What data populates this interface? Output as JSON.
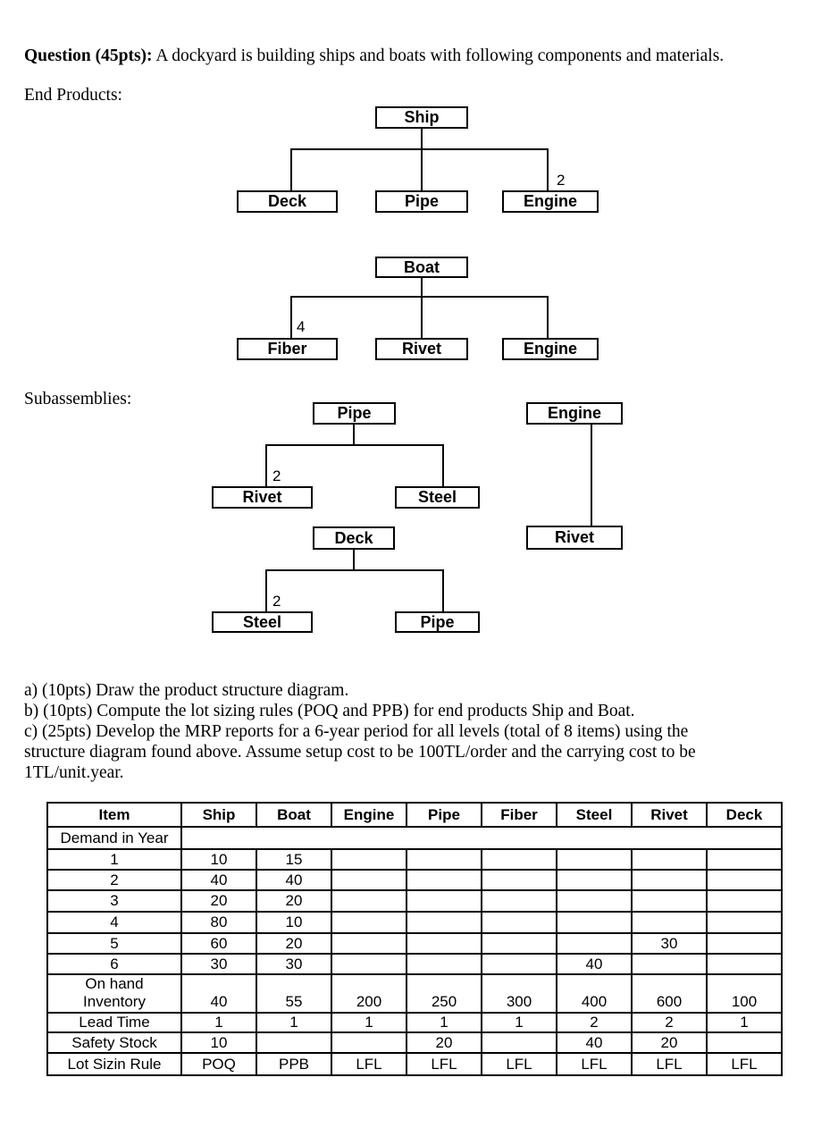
{
  "page": {
    "question_label": "Question (45pts):",
    "question_text": " A dockyard is building ships and boats with following components and materials.",
    "end_products_label": "End Products:",
    "subassemblies_label": "Subassemblies:",
    "question_lines": [
      "a) (10pts) Draw the product structure diagram.",
      "b) (10pts) Compute the lot sizing rules (POQ and PPB) for end products Ship and Boat.",
      "c) (25pts) Develop the MRP reports for a 6-year period for all levels (total of 8 items) using the",
      "structure diagram found above. Assume setup cost to be 100TL/order and the carrying cost to be",
      "1TL/unit.year."
    ]
  },
  "diagrams": {
    "ship": {
      "root": "Ship",
      "child1": "Deck",
      "child2": "Pipe",
      "child3": "Engine",
      "qty3": "2"
    },
    "boat": {
      "root": "Boat",
      "child1": "Fiber",
      "child2": "Rivet",
      "child3": "Engine",
      "qty1": "4"
    },
    "pipe": {
      "root": "Pipe",
      "child1": "Rivet",
      "child2": "Steel",
      "qty1": "2"
    },
    "engine": {
      "root": "Engine",
      "child1": "Rivet"
    },
    "deck": {
      "root": "Deck",
      "child1": "Steel",
      "child2": "Pipe",
      "qty1": "2"
    }
  },
  "table": {
    "headers": [
      "Item",
      "Ship",
      "Boat",
      "Engine",
      "Pipe",
      "Fiber",
      "Steel",
      "Rivet",
      "Deck"
    ],
    "rows": [
      {
        "label": "Demand in Year",
        "merged": true,
        "values": []
      },
      {
        "label": "1",
        "values": [
          "10",
          "15",
          "",
          "",
          "",
          "",
          "",
          ""
        ]
      },
      {
        "label": "2",
        "values": [
          "40",
          "40",
          "",
          "",
          "",
          "",
          "",
          ""
        ]
      },
      {
        "label": "3",
        "values": [
          "20",
          "20",
          "",
          "",
          "",
          "",
          "",
          ""
        ]
      },
      {
        "label": "4",
        "values": [
          "80",
          "10",
          "",
          "",
          "",
          "",
          "",
          ""
        ]
      },
      {
        "label": "5",
        "values": [
          "60",
          "20",
          "",
          "",
          "",
          "",
          "30",
          ""
        ]
      },
      {
        "label": "6",
        "values": [
          "30",
          "30",
          "",
          "",
          "",
          "40",
          "",
          ""
        ]
      },
      {
        "label_lines": [
          "On hand",
          "Inventory"
        ],
        "tall": true,
        "values": [
          "40",
          "55",
          "200",
          "250",
          "300",
          "400",
          "600",
          "100"
        ]
      },
      {
        "label": "Lead Time",
        "values": [
          "1",
          "1",
          "1",
          "1",
          "1",
          "2",
          "2",
          "1"
        ]
      },
      {
        "label": "Safety Stock",
        "values": [
          "10",
          "",
          "",
          "20",
          "",
          "40",
          "20",
          ""
        ]
      },
      {
        "label": "Lot Sizin Rule",
        "values": [
          "POQ",
          "PPB",
          "LFL",
          "LFL",
          "LFL",
          "LFL",
          "LFL",
          "LFL"
        ]
      }
    ]
  }
}
